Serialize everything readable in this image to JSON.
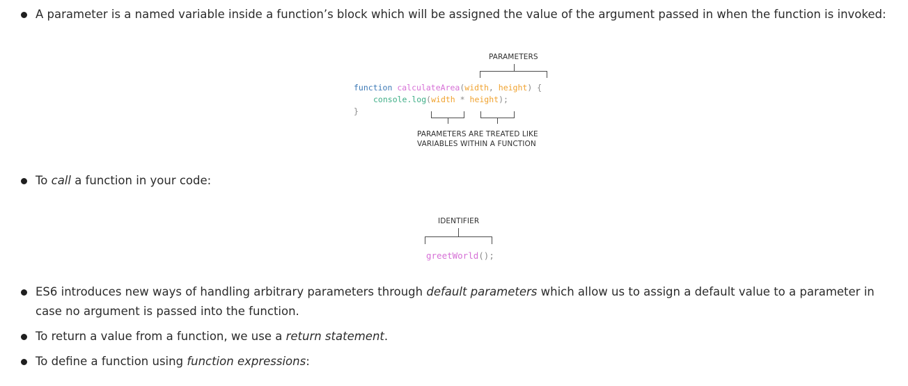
{
  "bullets": [
    {
      "parts": [
        {
          "t": "A parameter is a named variable inside a function’s block which will be assigned the value of the argument passed in when the function is invoked:",
          "i": false
        }
      ]
    },
    {
      "parts": [
        {
          "t": "To ",
          "i": false
        },
        {
          "t": "call",
          "i": true
        },
        {
          "t": " a function in your code:",
          "i": false
        }
      ]
    },
    {
      "parts": [
        {
          "t": "ES6 introduces new ways of handling arbitrary parameters through ",
          "i": false
        },
        {
          "t": "default parameters",
          "i": true
        },
        {
          "t": " which allow us to assign a default value to a parameter in case no argument is passed into the function.",
          "i": false
        }
      ]
    },
    {
      "parts": [
        {
          "t": "To return a value from a function, we use a ",
          "i": false
        },
        {
          "t": "return statement",
          "i": true
        },
        {
          "t": ".",
          "i": false
        }
      ]
    },
    {
      "parts": [
        {
          "t": "To define a function using ",
          "i": false
        },
        {
          "t": "function expressions",
          "i": true
        },
        {
          "t": ":",
          "i": false
        }
      ]
    }
  ],
  "diagram1": {
    "top_label": "PARAMETERS",
    "bottom_label_line1": "PARAMETERS ARE TREATED LIKE",
    "bottom_label_line2": "VARIABLES WITHIN A FUNCTION",
    "code": {
      "kw": "function",
      "fn_name": "calculateArea",
      "open_paren": "(",
      "param1": "width",
      "comma": ", ",
      "param2": "height",
      "close_brace_open": ") {",
      "console": "console.log",
      "open2": "(",
      "use1": "width",
      "op": " * ",
      "use2": "height",
      "end2": ");",
      "close": "}"
    }
  },
  "diagram2": {
    "label": "IDENTIFIER",
    "code": {
      "fn_name": "greetWorld",
      "call": "();"
    }
  },
  "colors": {
    "keyword": "#3c79b6",
    "function_name": "#d670d6",
    "parameter": "#f0a22e",
    "console": "#3fae87",
    "punctuation": "#8a8a8a"
  }
}
